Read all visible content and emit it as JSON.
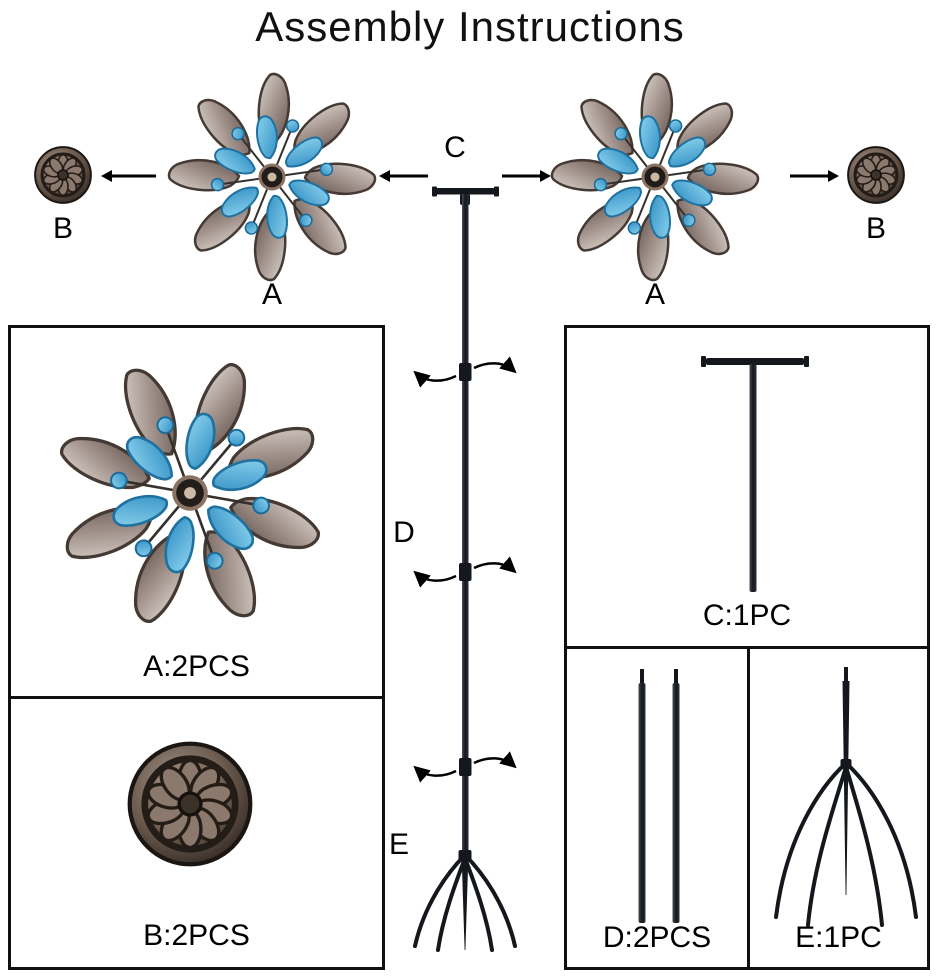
{
  "title": "Assembly Instructions",
  "exploded": {
    "cap_left": "B",
    "rotor_left": "A",
    "pole": "C",
    "shaft": "D",
    "stake": "E",
    "rotor_right": "A",
    "cap_right": "B"
  },
  "parts": [
    {
      "label": "A:2PCS"
    },
    {
      "label": "B:2PCS"
    },
    {
      "label": "C:1PC"
    },
    {
      "label": "D:2PCS"
    },
    {
      "label": "E:1PC"
    }
  ],
  "colors": {
    "petal_blue": "#3fa9dc",
    "blade_pewter": "#a79992",
    "metal_dark": "#14171c",
    "box_border": "#101010",
    "text": "#000000"
  }
}
